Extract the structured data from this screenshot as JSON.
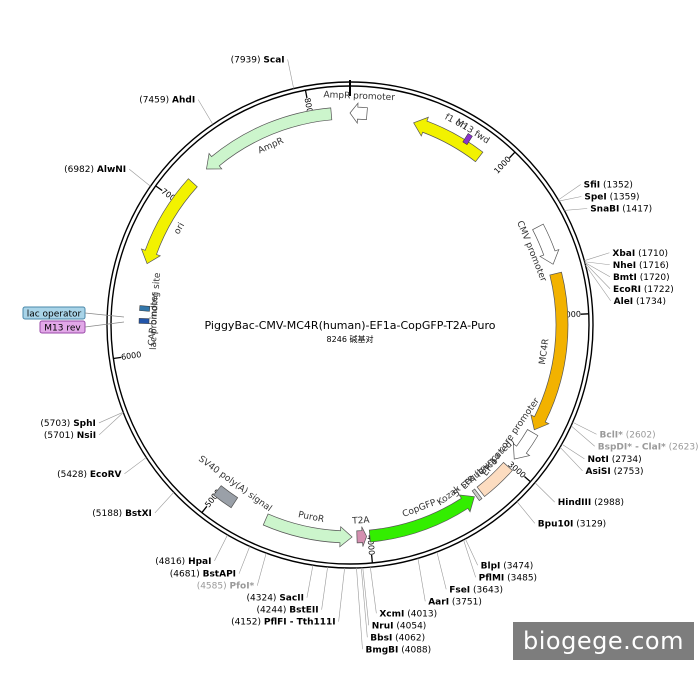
{
  "plasmid": {
    "name": "PiggyBac-CMV-MC4R(human)-EF1a-CopGFP-T2A-Puro",
    "length_label": "8246 碱基对",
    "length_bp": 8246
  },
  "watermark": "biogege.com",
  "ticks": [
    {
      "bp": 1000,
      "label": "1000"
    },
    {
      "bp": 2000,
      "label": "2000"
    },
    {
      "bp": 3000,
      "label": "3000"
    },
    {
      "bp": 4000,
      "label": "4000"
    },
    {
      "bp": 5000,
      "label": "5000"
    },
    {
      "bp": 6000,
      "label": "6000"
    },
    {
      "bp": 7000,
      "label": "7000"
    },
    {
      "bp": 8000,
      "label": "8000"
    }
  ],
  "features": [
    {
      "id": "f1-ori",
      "label": "f1 ori",
      "start": 400,
      "end": 860,
      "dir": -1,
      "color": "#f2f200"
    },
    {
      "id": "ampr-promoter",
      "label": "AmpR promoter",
      "start": 0,
      "end": 105,
      "dir": -1,
      "color": "#ffffff"
    },
    {
      "id": "ampr",
      "label": "AmpR",
      "start": 7270,
      "end": 8130,
      "dir": -1,
      "color": "#ccf5cc"
    },
    {
      "id": "ori",
      "label": "ori",
      "start": 6570,
      "end": 7150,
      "dir": -1,
      "color": "#f2f200"
    },
    {
      "id": "cmv-promoter",
      "label": "CMV promoter",
      "start": 1430,
      "end": 1680,
      "dir": 1,
      "color": "#ffffff"
    },
    {
      "id": "mc4r",
      "label": "MC4R",
      "start": 1740,
      "end": 2740,
      "dir": 1,
      "color": "#f2b200"
    },
    {
      "id": "ef1a-core-promoter",
      "label": "EF-1α core promoter",
      "start": 2760,
      "end": 2960,
      "dir": 1,
      "color": "#ffffff"
    },
    {
      "id": "5-ltr",
      "label": "5' LTR (truncated)",
      "start": 3020,
      "end": 3250,
      "dir": 0,
      "color": "#fcdcc0"
    },
    {
      "id": "kozak",
      "label": "Kozak sequence",
      "start": 3270,
      "end": 3290,
      "dir": 0,
      "color": "#cccccc"
    },
    {
      "id": "copgfp",
      "label": "CopGFP",
      "start": 3300,
      "end": 4000,
      "dir": -1,
      "color": "#33ee00"
    },
    {
      "id": "t2a",
      "label": "T2A",
      "start": 4020,
      "end": 4080,
      "dir": -1,
      "color": "#d48fb0"
    },
    {
      "id": "puror",
      "label": "PuroR",
      "start": 4110,
      "end": 4660,
      "dir": -1,
      "color": "#ccf5cc"
    },
    {
      "id": "sv40",
      "label": "SV40 poly(A) signal",
      "start": 4880,
      "end": 5010,
      "dir": 0,
      "color": "#9aa0a8"
    },
    {
      "id": "cap",
      "label": "CAP binding site",
      "start": 6280,
      "end": 6300,
      "dir": 0,
      "color": "#3377aa"
    },
    {
      "id": "lac-promoter",
      "label": "lac promoter",
      "start": 6190,
      "end": 6230,
      "dir": 0,
      "color": "#2255aa"
    },
    {
      "id": "m13-fwd",
      "label": "M13 fwd",
      "start": 720,
      "end": 760,
      "dir": 0,
      "color": "#8833cc"
    }
  ],
  "sites": [
    {
      "name": "ScaI",
      "pos": "(7939)",
      "bp": 7939,
      "faint": false
    },
    {
      "name": "AhdI",
      "pos": "(7459)",
      "bp": 7459,
      "faint": false
    },
    {
      "name": "AlwNI",
      "pos": "(6982)",
      "bp": 6982,
      "faint": false
    },
    {
      "name": "SphI",
      "pos": "(5703)",
      "bp": 5703,
      "faint": false
    },
    {
      "name": "NsiI",
      "pos": "(5701)",
      "bp": 5701,
      "faint": false
    },
    {
      "name": "EcoRV",
      "pos": "(5428)",
      "bp": 5428,
      "faint": false
    },
    {
      "name": "BstXI",
      "pos": "(5188)",
      "bp": 5188,
      "faint": false
    },
    {
      "name": "HpaI",
      "pos": "(4816)",
      "bp": 4816,
      "faint": false
    },
    {
      "name": "BstAPI",
      "pos": "(4681)",
      "bp": 4681,
      "faint": false
    },
    {
      "name": "PfoI*",
      "pos": "(4585)",
      "bp": 4585,
      "faint": true
    },
    {
      "name": "SacII",
      "pos": "(4324)",
      "bp": 4324,
      "faint": false
    },
    {
      "name": "BstEII",
      "pos": "(4244)",
      "bp": 4244,
      "faint": false
    },
    {
      "name": "PflFI - Tth111I",
      "pos": "(4152)",
      "bp": 4152,
      "faint": false
    },
    {
      "name": "BmgBI",
      "pos": "(4088)",
      "bp": 4088,
      "faint": false
    },
    {
      "name": "BbsI",
      "pos": "(4062)",
      "bp": 4062,
      "faint": false
    },
    {
      "name": "NruI",
      "pos": "(4054)",
      "bp": 4054,
      "faint": false
    },
    {
      "name": "XcmI",
      "pos": "(4013)",
      "bp": 4013,
      "faint": false
    },
    {
      "name": "AarI",
      "pos": "(3751)",
      "bp": 3751,
      "faint": false
    },
    {
      "name": "FseI",
      "pos": "(3643)",
      "bp": 3643,
      "faint": false
    },
    {
      "name": "PflMI",
      "pos": "(3485)",
      "bp": 3485,
      "faint": false
    },
    {
      "name": "BlpI",
      "pos": "(3474)",
      "bp": 3474,
      "faint": false
    },
    {
      "name": "Bpu10I",
      "pos": "(3129)",
      "bp": 3129,
      "faint": false
    },
    {
      "name": "HindIII",
      "pos": "(2988)",
      "bp": 2988,
      "faint": false
    },
    {
      "name": "AsiSI",
      "pos": "(2753)",
      "bp": 2753,
      "faint": false
    },
    {
      "name": "NotI",
      "pos": "(2734)",
      "bp": 2734,
      "faint": false
    },
    {
      "name": "BspDI* - ClaI*",
      "pos": "(2623)",
      "bp": 2623,
      "faint": true
    },
    {
      "name": "BclI*",
      "pos": "(2602)",
      "bp": 2602,
      "faint": true
    },
    {
      "name": "AleI",
      "pos": "(1734)",
      "bp": 1734,
      "faint": false
    },
    {
      "name": "EcoRI",
      "pos": "(1722)",
      "bp": 1722,
      "faint": false
    },
    {
      "name": "BmtI",
      "pos": "(1720)",
      "bp": 1720,
      "faint": false
    },
    {
      "name": "NheI",
      "pos": "(1716)",
      "bp": 1716,
      "faint": false
    },
    {
      "name": "XbaI",
      "pos": "(1710)",
      "bp": 1710,
      "faint": false
    },
    {
      "name": "SnaBI",
      "pos": "(1417)",
      "bp": 1417,
      "faint": false
    },
    {
      "name": "SpeI",
      "pos": "(1359)",
      "bp": 1359,
      "faint": false
    },
    {
      "name": "SfiI",
      "pos": "(1352)",
      "bp": 1352,
      "faint": false
    }
  ],
  "callouts": [
    {
      "id": "lac-operator",
      "label": "lac operator",
      "fill": "#a9d4e8",
      "stroke": "#4a88aa"
    },
    {
      "id": "m13-rev",
      "label": "M13 rev",
      "fill": "#e2a8e8",
      "stroke": "#9a4aa8"
    }
  ]
}
